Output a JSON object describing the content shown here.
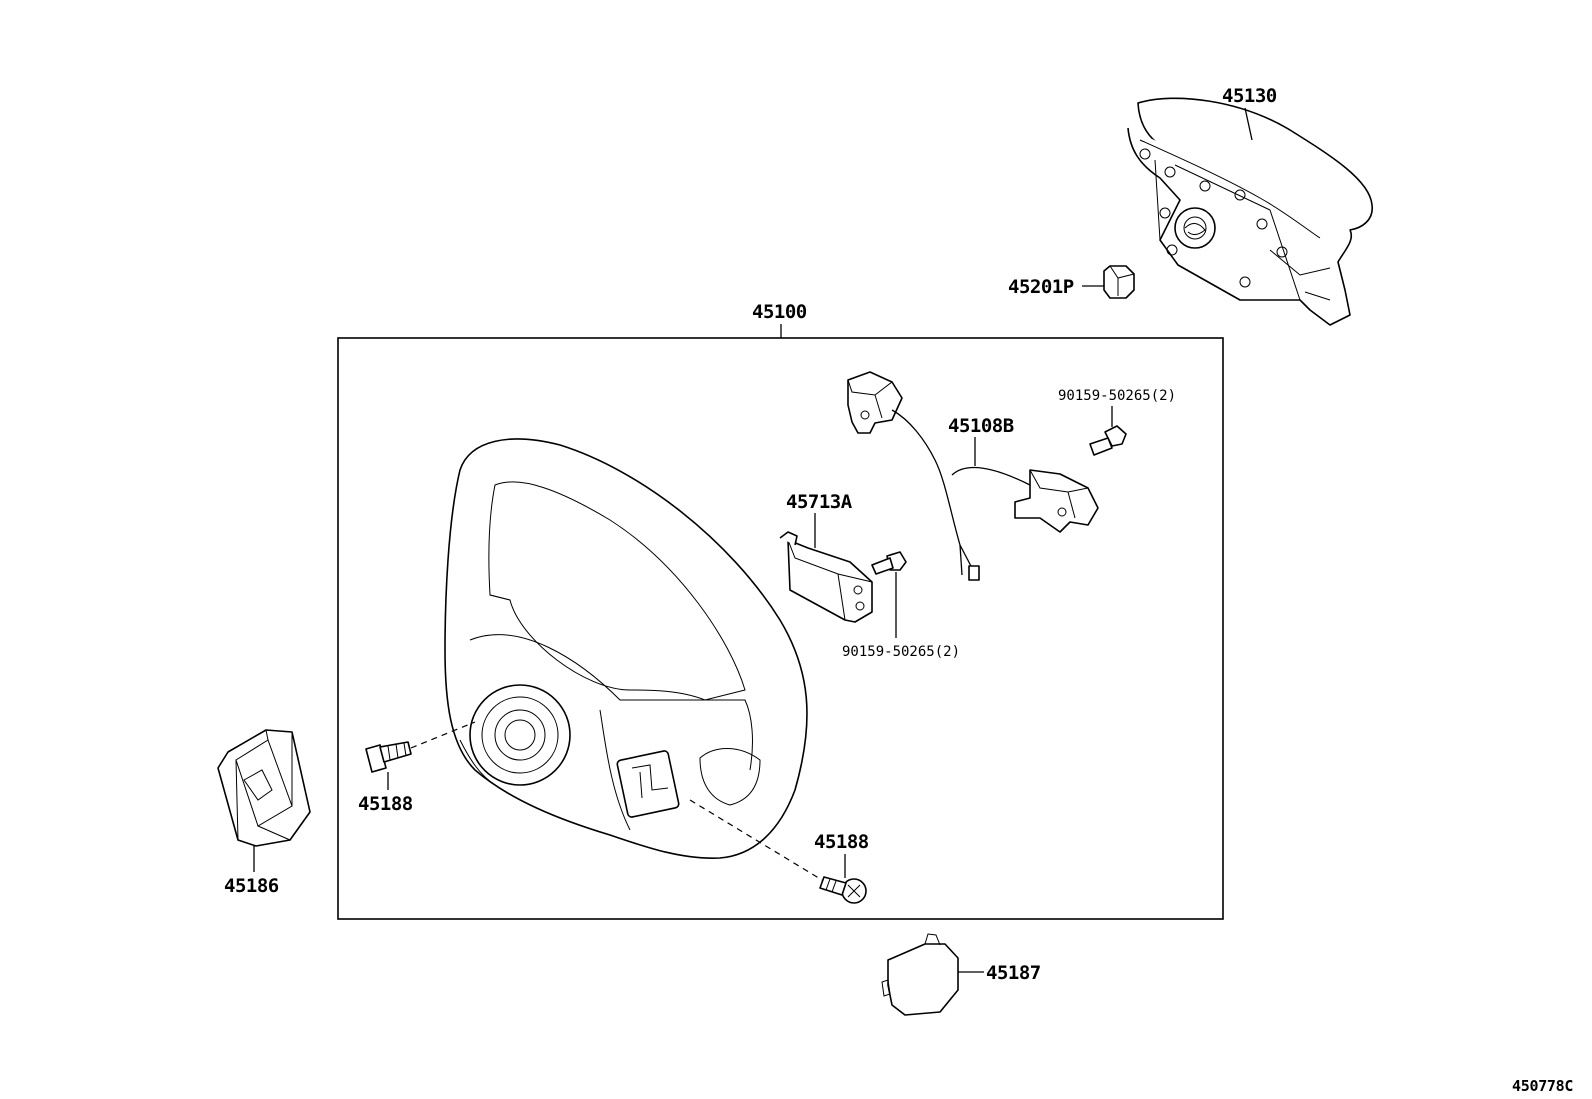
{
  "diagram": {
    "image_code": "450778C",
    "labels": {
      "airbag_pad": "45130",
      "pad_nut": "45201P",
      "wheel_assembly": "45100",
      "wire_harness": "45108B",
      "screw_upper_right": "90159-50265(2)",
      "switch_module": "45713A",
      "screw_lower": "90159-50265(2)",
      "screw_left": "45188",
      "screw_right": "45188",
      "emblem_cover": "45186",
      "lower_cover": "45187"
    }
  }
}
